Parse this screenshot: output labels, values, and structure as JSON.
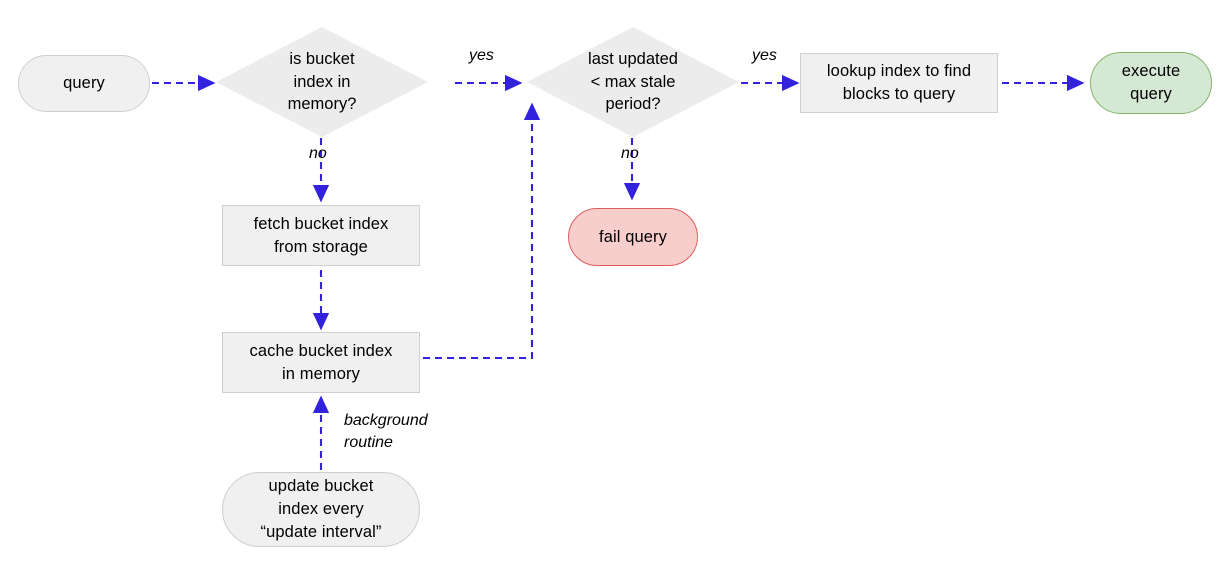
{
  "diagram": {
    "title": "bucket index query flowchart",
    "colors": {
      "arrow": "#3322dd",
      "node_fill": "#f0f0f0",
      "node_stroke": "#cfcfcf",
      "diamond_fill": "#ececec",
      "success_fill": "#d5e8d4",
      "success_stroke": "#82b366",
      "error_fill": "#f8cecc",
      "error_stroke": "#e05c5c",
      "text": "#000000",
      "background": "#ffffff"
    },
    "nodes": [
      {
        "id": "query",
        "shape": "terminator",
        "text": "query"
      },
      {
        "id": "is-bucket-index-in-memory",
        "shape": "decision",
        "text": "is bucket\nindex in\nmemory?"
      },
      {
        "id": "last-updated-max-stale",
        "shape": "decision",
        "text": "last updated\n< max stale\nperiod?"
      },
      {
        "id": "lookup-index",
        "shape": "process",
        "text": "lookup index to find\nblocks to query"
      },
      {
        "id": "execute-query",
        "shape": "terminator",
        "text": "execute\nquery"
      },
      {
        "id": "fetch-bucket-index",
        "shape": "process",
        "text": "fetch bucket index\nfrom storage"
      },
      {
        "id": "cache-bucket-index",
        "shape": "process",
        "text": "cache bucket index\nin memory"
      },
      {
        "id": "fail-query",
        "shape": "terminator",
        "text": "fail query"
      },
      {
        "id": "update-bucket-index",
        "shape": "terminator",
        "text": "update bucket\nindex every\n“update interval”"
      }
    ],
    "edge_labels": {
      "yes_to_stale": "yes",
      "no_to_fetch": "no",
      "yes_to_lookup": "yes",
      "no_to_fail": "no",
      "background_routine": "background\nroutine"
    }
  }
}
